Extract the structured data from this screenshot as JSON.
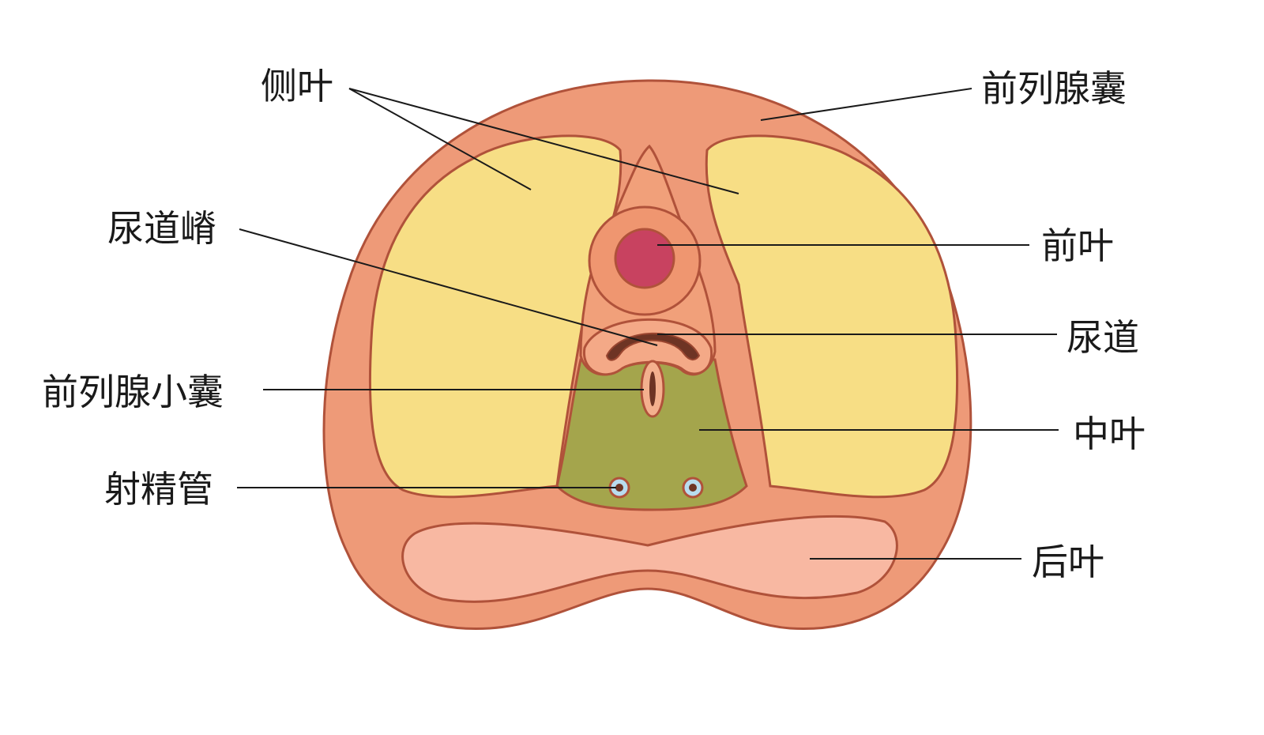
{
  "labels": {
    "lateral_lobe": "侧叶",
    "prostatic_capsule": "前列腺囊",
    "urethral_crest": "尿道嵴",
    "anterior_lobe": "前叶",
    "urethra": "尿道",
    "prostatic_utricle": "前列腺小囊",
    "middle_lobe": "中叶",
    "ejaculatory_duct": "射精管",
    "posterior_lobe": "后叶"
  },
  "colors": {
    "capsule": "#ee9a78",
    "capsule_edge": "#b0523a",
    "lateral_lobe": "#f7de85",
    "middle_lobe": "#a4a54c",
    "anterior_lobe": "#f1a07a",
    "urethra_lumen": "#c84260",
    "posterior_lobe": "#f8b8a2",
    "duct": "#b8dcef"
  }
}
